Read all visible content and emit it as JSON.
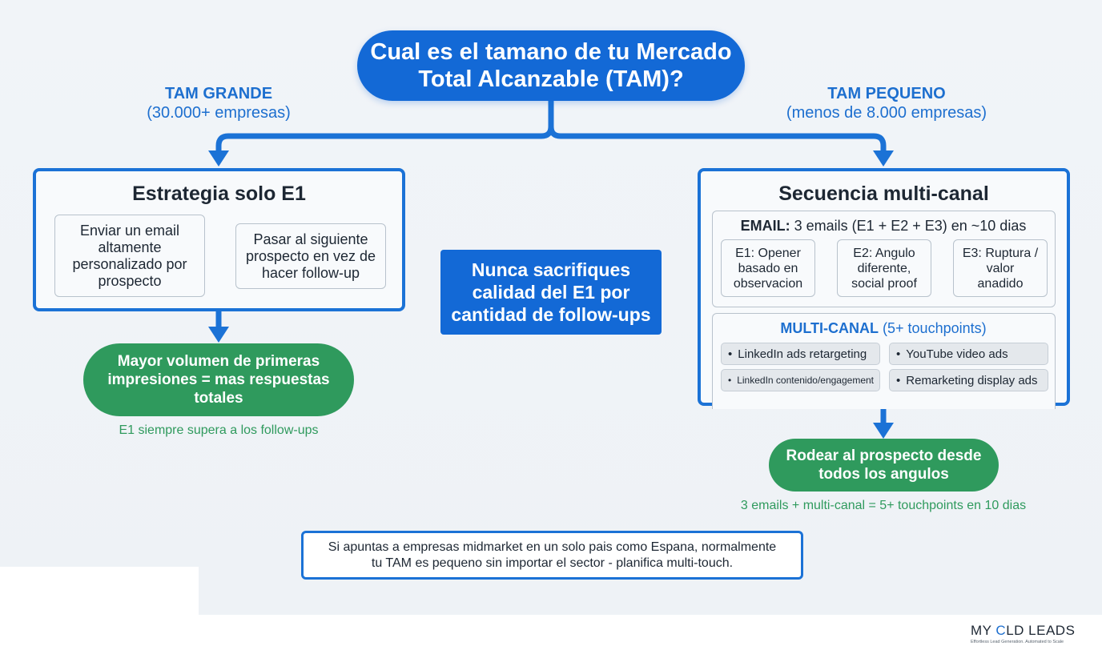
{
  "question": {
    "line1": "Cual es el tamano de tu Mercado",
    "line2": "Total Alcanzable (TAM)?"
  },
  "left_branch": {
    "label_bold": "TAM GRANDE",
    "label_sub": "(30.000+ empresas)",
    "box_title": "Estrategia solo E1",
    "step1": [
      "Enviar un email",
      "altamente",
      "personalizado por",
      "prospecto"
    ],
    "step2": [
      "Pasar al siguiente",
      "prospecto en vez de",
      "hacer follow-up"
    ],
    "result": [
      "Mayor volumen de primeras",
      "impresiones = mas respuestas",
      "totales"
    ],
    "note": "E1 siempre supera a los follow-ups"
  },
  "center_message": [
    "Nunca sacrifiques",
    "calidad del E1 por",
    "cantidad de follow-ups"
  ],
  "right_branch": {
    "label_bold": "TAM PEQUENO",
    "label_sub": "(menos de 8.000 empresas)",
    "box_title": "Secuencia multi-canal",
    "email_panel": {
      "title_bold": "EMAIL:",
      "title_rest": " 3 emails (E1 + E2 + E3) en ~10 dias",
      "steps": [
        [
          "E1: Opener",
          "basado en",
          "observacion"
        ],
        [
          "E2: Angulo",
          "diferente,",
          "social proof"
        ],
        [
          "E3: Ruptura /",
          "valor",
          "anadido"
        ]
      ]
    },
    "multi_panel": {
      "title_bold": "MULTI-CANAL",
      "title_rest": " (5+ touchpoints)",
      "chips": [
        "LinkedIn ads retargeting",
        "YouTube video ads",
        "LinkedIn contenido/engagement",
        "Remarketing display ads"
      ],
      "bullet": "•"
    },
    "result": [
      "Rodear al prospecto desde",
      "todos los angulos"
    ],
    "note": "3 emails + multi-canal = 5+ touchpoints en 10 dias"
  },
  "footer_note": [
    "Si apuntas a empresas midmarket en un solo pais como Espana, normalmente",
    "tu TAM es pequeno sin importar el sector - planifica multi-touch."
  ],
  "logo": {
    "part1": "MY ",
    "part2": "C",
    "part3": "LD LEADS",
    "tagline": "Effortless Lead Generation. Automated to Scale"
  },
  "colors": {
    "primary_blue": "#1369d6",
    "green": "#2f9a5d",
    "background": "#f1f4f8"
  }
}
